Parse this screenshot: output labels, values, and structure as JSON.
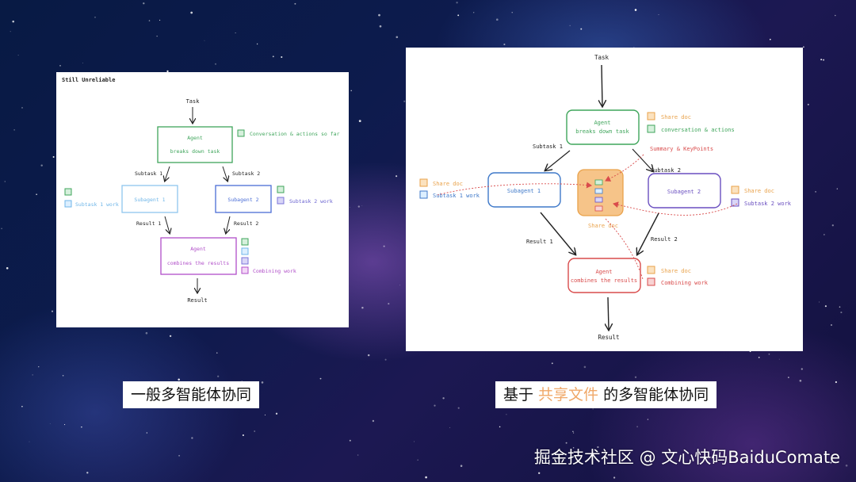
{
  "left_diagram": {
    "title": "Still Unreliable",
    "task_label": "Task",
    "agent_top": {
      "title": "Agent",
      "subtitle": "breaks down task"
    },
    "agent_top_note": "Conversation & actions so far",
    "subtask1_label": "Subtask 1",
    "subtask2_label": "Subtask 2",
    "subagent1": "Subagent 1",
    "subagent2": "Subagent 2",
    "subtask1_work": "Subtask 1 work",
    "subtask2_work": "Subtask 2 work",
    "result1_label": "Result 1",
    "result2_label": "Result 2",
    "agent_bottom": {
      "title": "Agent",
      "subtitle": "combines the results"
    },
    "combining_work": "Combining work",
    "result_label": "Result",
    "colors": {
      "green": "#3fa55b",
      "blue": "#6fb6e8",
      "indigo": "#4a6dd6",
      "purple": "#b04ec8",
      "lilac": "#a9a3e8"
    }
  },
  "right_diagram": {
    "task_label": "Task",
    "agent_top": {
      "title": "Agent",
      "subtitle": "breaks down task"
    },
    "agent_top_notes": [
      "Share doc",
      "conversation & actions"
    ],
    "summary_label": "Summary & KeyPoints",
    "subtask1_label": "Subtask 1",
    "subtask2_label": "Subtask 2",
    "subagent1": "Subagent 1",
    "subagent2": "Subagent 2",
    "left_notes": [
      "Share doc",
      "Subtask 1 work"
    ],
    "right_notes": [
      "Share doc",
      "Subtask 2 work"
    ],
    "share_doc_label": "Share doc",
    "result1_label": "Result 1",
    "result2_label": "Result 2",
    "agent_bottom": {
      "title": "Agent",
      "subtitle": "combines the results"
    },
    "bottom_notes": [
      "Share doc",
      "Combining work"
    ],
    "result_label": "Result",
    "colors": {
      "green": "#3fa55b",
      "blue": "#3f79c9",
      "purple": "#6a4fc0",
      "orange": "#e9a24a",
      "red": "#d94b4b"
    }
  },
  "captions": {
    "left": "一般多智能体协同",
    "right_prefix": "基于 ",
    "right_highlight": "共享文件",
    "right_suffix": " 的多智能体协同"
  },
  "watermark": "掘金技术社区 @ 文心快码BaiduComate"
}
